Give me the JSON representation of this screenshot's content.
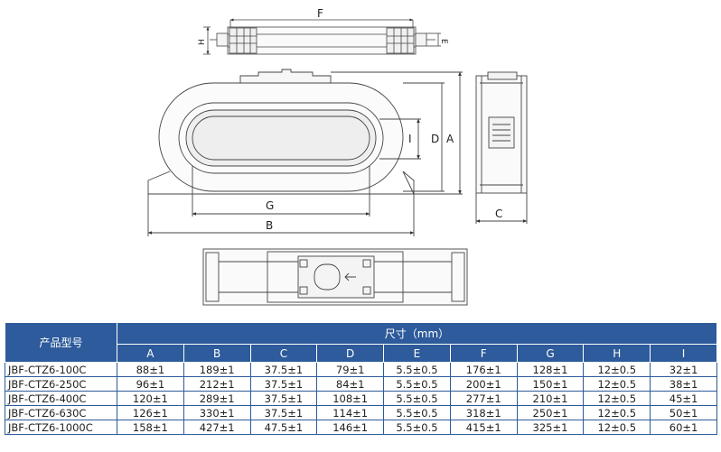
{
  "dimension_labels": {
    "F": "F",
    "H": "H",
    "E": "E",
    "I": "I",
    "D": "D",
    "A": "A",
    "G": "G",
    "B": "B",
    "C": "C"
  },
  "table": {
    "model_header": "产品型号",
    "size_header": "尺寸（mm）",
    "columns": [
      "A",
      "B",
      "C",
      "D",
      "E",
      "F",
      "G",
      "H",
      "I"
    ],
    "rows": [
      {
        "model": "JBF-CTZ6-100C",
        "values": [
          "88±1",
          "189±1",
          "37.5±1",
          "79±1",
          "5.5±0.5",
          "176±1",
          "128±1",
          "12±0.5",
          "32±1"
        ]
      },
      {
        "model": "JBF-CTZ6-250C",
        "values": [
          "96±1",
          "212±1",
          "37.5±1",
          "84±1",
          "5.5±0.5",
          "200±1",
          "150±1",
          "12±0.5",
          "38±1"
        ]
      },
      {
        "model": "JBF-CTZ6-400C",
        "values": [
          "120±1",
          "289±1",
          "37.5±1",
          "108±1",
          "5.5±0.5",
          "277±1",
          "210±1",
          "12±0.5",
          "45±1"
        ]
      },
      {
        "model": "JBF-CTZ6-630C",
        "values": [
          "126±1",
          "330±1",
          "37.5±1",
          "114±1",
          "5.5±0.5",
          "318±1",
          "250±1",
          "12±0.5",
          "50±1"
        ]
      },
      {
        "model": "JBF-CTZ6-1000C",
        "values": [
          "158±1",
          "427±1",
          "47.5±1",
          "146±1",
          "5.5±0.5",
          "415±1",
          "325±1",
          "12±0.5",
          "60±1"
        ]
      }
    ]
  }
}
